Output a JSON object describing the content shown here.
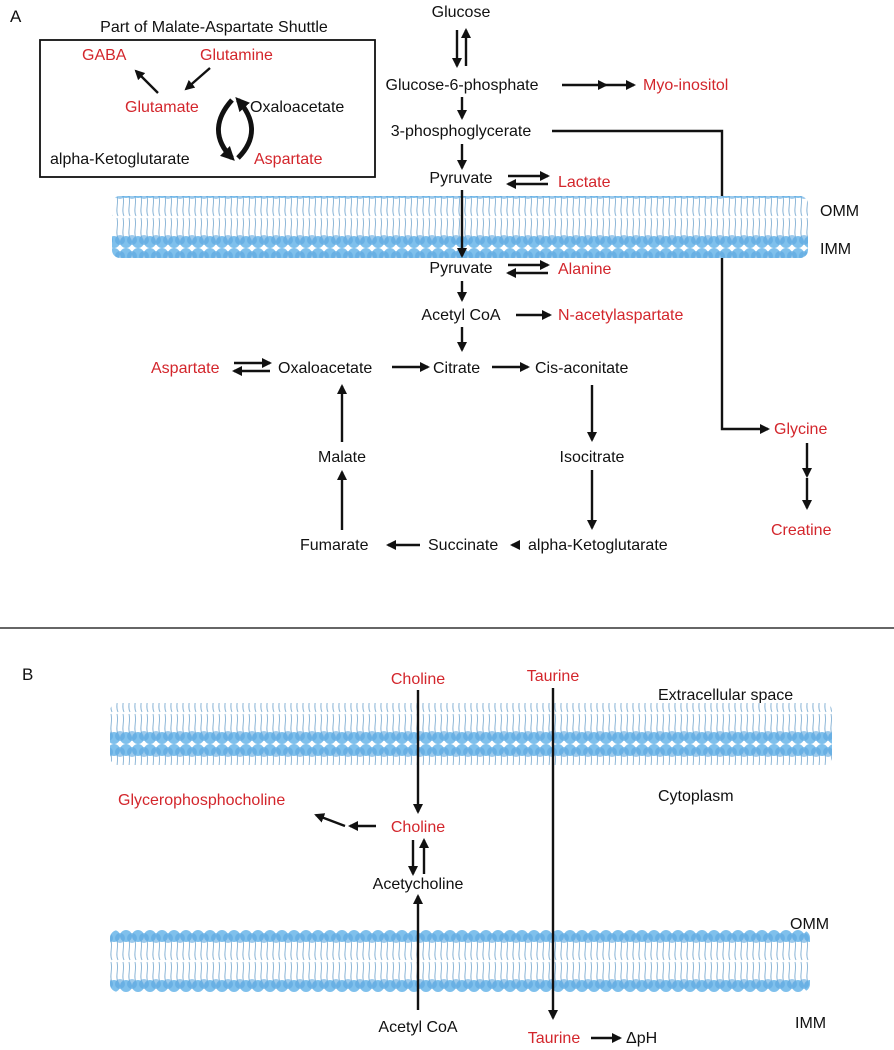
{
  "colors": {
    "metabolite_highlight": "#d3262c",
    "text": "#111111",
    "membrane_head": "#7fc0ec",
    "membrane_head_dark": "#4f9fd8",
    "membrane_tail": "#ffffff",
    "divider": "#333333"
  },
  "panel_a": {
    "label": "A",
    "inset": {
      "title": "Part of Malate-Aspartate Shuttle",
      "gaba": "GABA",
      "glutamine": "Glutamine",
      "glutamate": "Glutamate",
      "oxaloacetate": "Oxaloacetate",
      "alpha_ketoglutarate": "alpha-Ketoglutarate",
      "aspartate": "Aspartate"
    },
    "glucose": "Glucose",
    "glucose_6_phosphate": "Glucose-6-phosphate",
    "myo_inositol": "Myo-inositol",
    "phosphoglycerate": "3-phosphoglycerate",
    "pyruvate_cyto": "Pyruvate",
    "lactate": "Lactate",
    "omm": "OMM",
    "imm": "IMM",
    "pyruvate_mito": "Pyruvate",
    "alanine": "Alanine",
    "acetyl_coa": "Acetyl CoA",
    "n_acetylaspartate": "N-acetylaspartate",
    "aspartate": "Aspartate",
    "oxaloacetate": "Oxaloacetate",
    "citrate": "Citrate",
    "cis_aconitate": "Cis-aconitate",
    "isocitrate": "Isocitrate",
    "alpha_ketoglutarate": "alpha-Ketoglutarate",
    "succinate": "Succinate",
    "fumarate": "Fumarate",
    "malate": "Malate",
    "glycine": "Glycine",
    "creatine": "Creatine"
  },
  "panel_b": {
    "label": "B",
    "choline_extra": "Choline",
    "taurine_extra": "Taurine",
    "extracellular_space": "Extracellular space",
    "cytoplasm": "Cytoplasm",
    "glycerophosphocholine": "Glycerophosphocholine",
    "choline_cyto": "Choline",
    "acetylcholine": "Acetycholine",
    "omm": "OMM",
    "imm": "IMM",
    "acetyl_coa": "Acetyl CoA",
    "taurine_mito": "Taurine",
    "delta_ph": "ΔpH"
  }
}
